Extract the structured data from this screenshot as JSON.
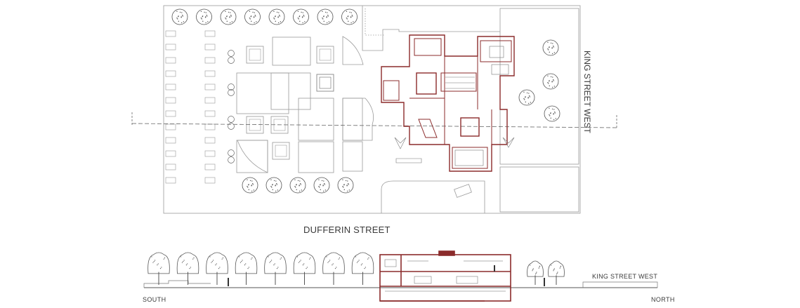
{
  "labels": {
    "street_main": "DUFFERIN STREET",
    "street_side": "KING STREET WEST",
    "section_street": "KING STREET WEST",
    "direction_left": "SOUTH",
    "direction_right": "NORTH"
  },
  "colors": {
    "line": "#9a9a9a",
    "dark_line": "#555555",
    "building_accent": "#8b2b2b",
    "background": "#ffffff"
  }
}
